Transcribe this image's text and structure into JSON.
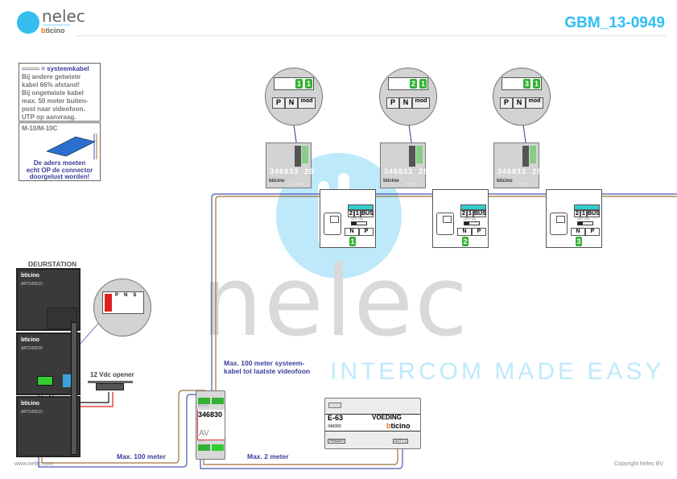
{
  "header": {
    "brand": "nelec",
    "tagline": "INTERCOM MADE EASY",
    "partner_prefix": "b",
    "partner_rest": "ticino",
    "doc_id": "GBM_13-0949"
  },
  "watermark": {
    "brand": "nelec",
    "tagline": "INTERCOM MADE EASY"
  },
  "legend": {
    "cable_label": "= systeemkabel",
    "lines": [
      "Bij andere getwiste",
      "kabel 66% afstand!",
      "Bij ongetwiste kabel",
      "max. 50 meter buiten-",
      "post naar videofoon.",
      "UTP op aanvraag."
    ]
  },
  "connector_note": {
    "model": "M-10/M-10C",
    "lines": [
      "De aders moeten",
      "echt OP de connector",
      "doorgelust worden!"
    ]
  },
  "switches": [
    {
      "code": "346833",
      "type": "2B",
      "brand": "bticino",
      "pins": "P1 P2 C",
      "bus": "BUS",
      "p_label": "P",
      "n_label": "N",
      "mod_label": "mod",
      "n_value": "1",
      "p_value": "1"
    },
    {
      "code": "346833",
      "type": "2B",
      "brand": "bticino",
      "pins": "P1 P2 C",
      "bus": "BUS",
      "p_label": "P",
      "n_label": "N",
      "mod_label": "mod",
      "n_value": "2",
      "p_value": "1"
    },
    {
      "code": "346833",
      "type": "2B",
      "brand": "bticino",
      "pins": "P1 P2 C",
      "bus": "BUS",
      "p_label": "P",
      "n_label": "N",
      "mod_label": "mod",
      "n_value": "3",
      "p_value": "1"
    }
  ],
  "videophones": [
    {
      "t2": "2",
      "t1": "1",
      "bus": "BUS",
      "switch": "OFF ON",
      "n": "N",
      "p": "P",
      "n_value": "1"
    },
    {
      "t2": "2",
      "t1": "1",
      "bus": "BUS",
      "switch": "OFF ON",
      "n": "N",
      "p": "P",
      "n_value": "2"
    },
    {
      "t2": "2",
      "t1": "1",
      "bus": "BUS",
      "switch": "OFF ON",
      "n": "N",
      "p": "P",
      "n_value": "3"
    }
  ],
  "door_station": {
    "title": "DEURSTATION",
    "modules": [
      {
        "brand": "bticino",
        "code": "ART342510"
      },
      {
        "brand": "bticino",
        "code": "ART342530"
      },
      {
        "brand": "bticino",
        "code": "ART342610"
      }
    ]
  },
  "door_mag": {
    "p": "P",
    "n": "N",
    "s": "S"
  },
  "opener": {
    "label": "12 Vdc opener"
  },
  "av_module": {
    "code": "346830",
    "label": "AV",
    "top": "BUS TK",
    "bottom": "PS"
  },
  "power": {
    "model": "E-63",
    "label": "VOEDING",
    "code": "346000",
    "brand_prefix": "b",
    "brand_rest": "ticino",
    "primary": "PRIMARY",
    "out": "OUT 2 1"
  },
  "notes": {
    "bus_max": "Max. 100 meter systeem-",
    "bus_max2": "kabel tot laatste videofoon",
    "door_max": "Max. 100 meter",
    "ps_max": "Max. 2 meter"
  },
  "footer": {
    "website": "www.nelec.com",
    "copyright": "Copyright Nelec BV"
  },
  "colors": {
    "accent": "#2ec0f2",
    "wire_brown": "#a0703a",
    "wire_blue": "#4a55b0"
  }
}
